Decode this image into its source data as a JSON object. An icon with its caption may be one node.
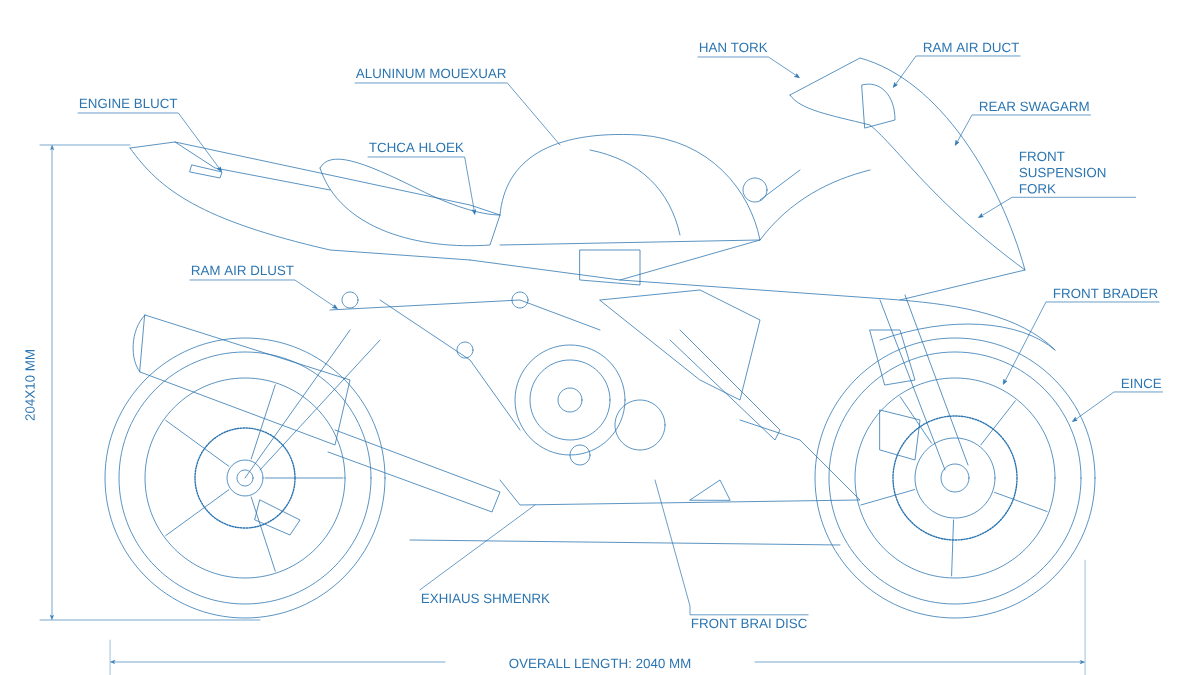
{
  "diagram": {
    "nodes": [
      {
        "text": [
          "ENGINE BLUCT"
        ]
      },
      {
        "text": [
          "ALUNINUM MOUEXUAR"
        ]
      },
      {
        "text": [
          "TCHCA HLOEK"
        ]
      },
      {
        "text": [
          "RAM AIR DLUST"
        ]
      },
      {
        "text": [
          "HAN TORK"
        ]
      },
      {
        "text": [
          "RAM AIR DUCT"
        ]
      },
      {
        "text": [
          "REAR SWAGARM"
        ]
      },
      {
        "text": [
          "FRONT SUSPENSION FORK"
        ]
      },
      {
        "text": [
          "FRONT BRADER"
        ]
      },
      {
        "text": [
          "EINCE"
        ]
      },
      {
        "text": [
          "EXHIAUS SHMENRK"
        ]
      },
      {
        "text": [
          "FRONT BRAI DISC"
        ]
      }
    ],
    "edges": [
      {
        "from": 0,
        "to": null,
        "arrow": "to"
      },
      {
        "from": 1,
        "to": null,
        "arrow": "none"
      },
      {
        "from": 2,
        "to": null,
        "arrow": "to"
      },
      {
        "from": 3,
        "to": null,
        "arrow": "to"
      },
      {
        "from": 4,
        "to": null,
        "arrow": "to"
      },
      {
        "from": 5,
        "to": null,
        "arrow": "to"
      },
      {
        "from": 6,
        "to": null,
        "arrow": "to"
      },
      {
        "from": 7,
        "to": null,
        "arrow": "to"
      },
      {
        "from": 8,
        "to": null,
        "arrow": "to"
      },
      {
        "from": 9,
        "to": null,
        "arrow": "to"
      },
      {
        "from": 10,
        "to": null,
        "arrow": "none"
      },
      {
        "from": 11,
        "to": null,
        "arrow": "none"
      }
    ],
    "labels": [
      "204X10 MM",
      "OVERALL LENGTH: 2040 MM"
    ]
  }
}
